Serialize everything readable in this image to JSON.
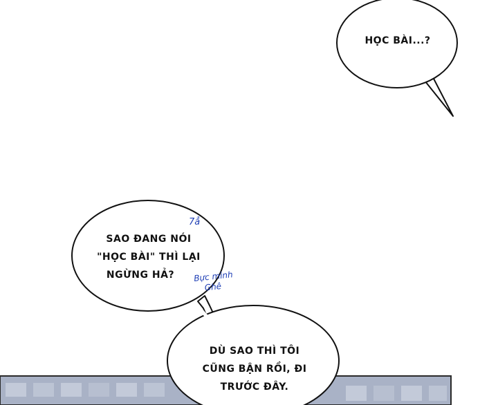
{
  "bubbles": {
    "top_right": {
      "text": "HỌC BÀI...?"
    },
    "left": {
      "lines": [
        "SAO ĐANG NÓI",
        "\"HỌC BÀI\" THÌ LẠI",
        "NGỪNG HẢ?"
      ]
    },
    "bottom": {
      "lines": [
        "DÙ SAO THÌ TÔI",
        "CŨNG BẬN RỒI, ĐI",
        "TRƯỚC ĐÂY."
      ]
    }
  },
  "annotations": {
    "mark": "7ẳ",
    "note_line1": "Bực mình",
    "note_line2": "Ghê"
  },
  "colors": {
    "outline": "#111111",
    "annotation": "#1f3fb5",
    "background_strip": "#a9b2c6"
  }
}
